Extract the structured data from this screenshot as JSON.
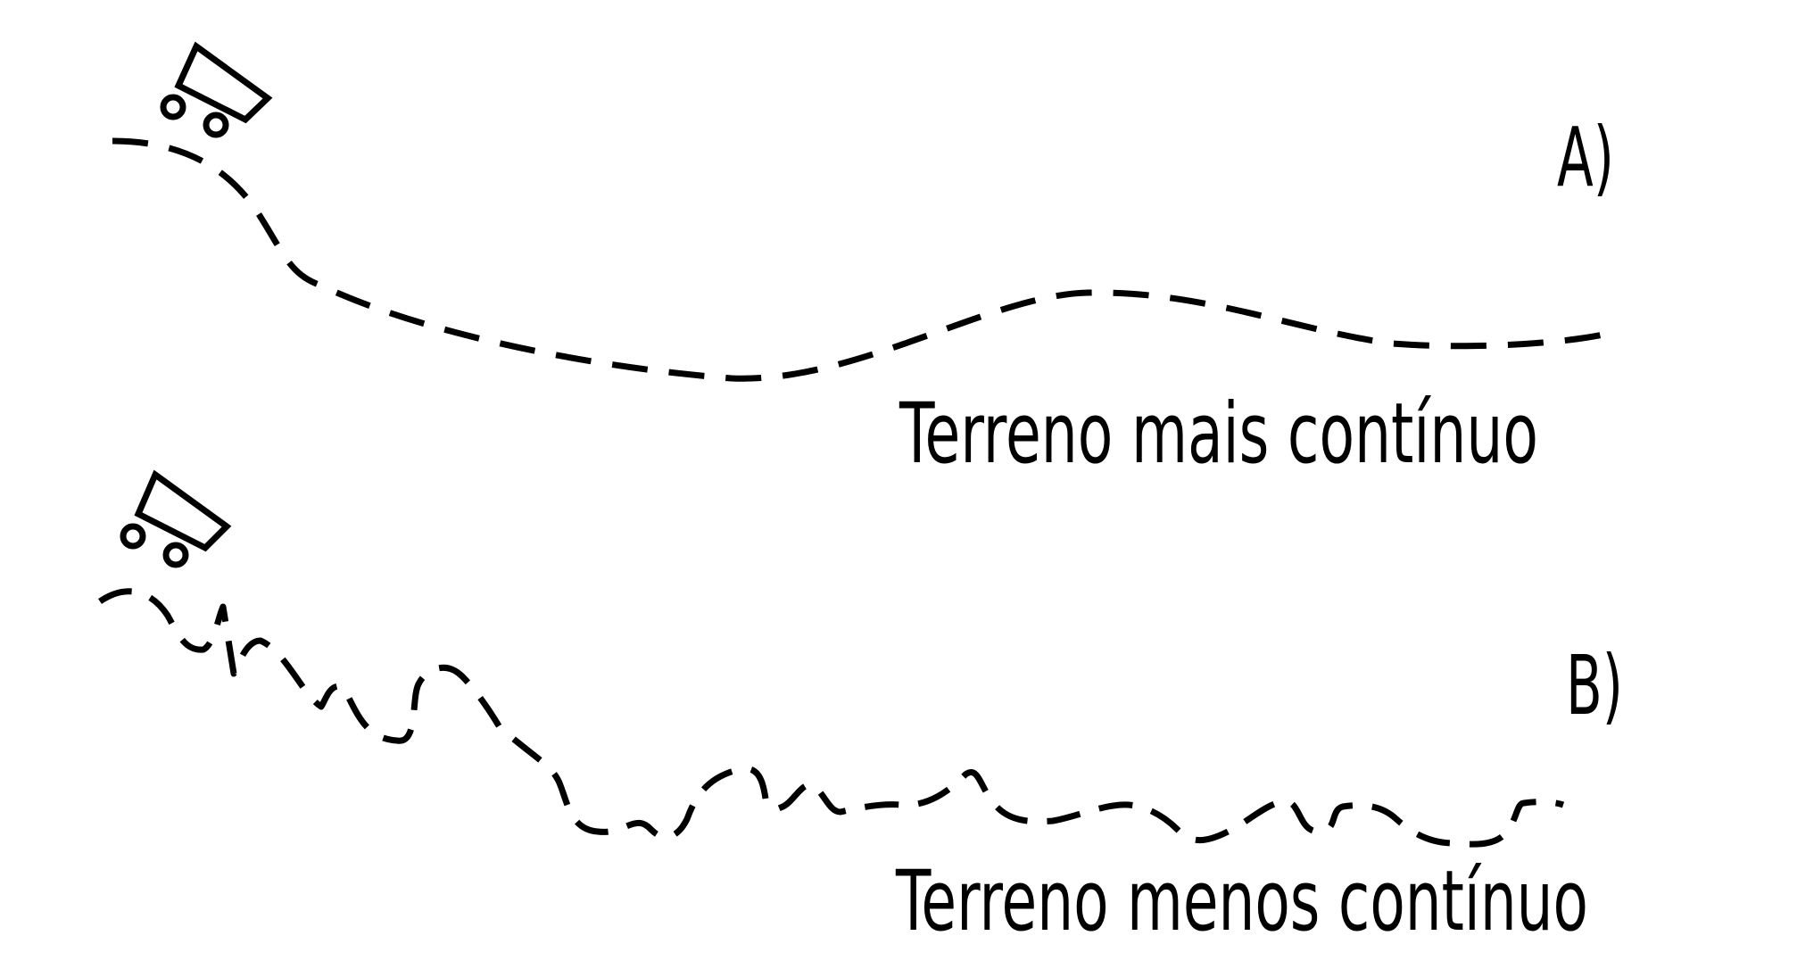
{
  "diagram": {
    "panel_a": {
      "letter": "A)",
      "caption": "Terreno mais contínuo"
    },
    "panel_b": {
      "letter": "B)",
      "caption": "Terreno menos contínuo"
    },
    "colors": {
      "ink": "#000000",
      "background": "#ffffff"
    },
    "icons": [
      "cart-icon",
      "cart-icon"
    ]
  }
}
